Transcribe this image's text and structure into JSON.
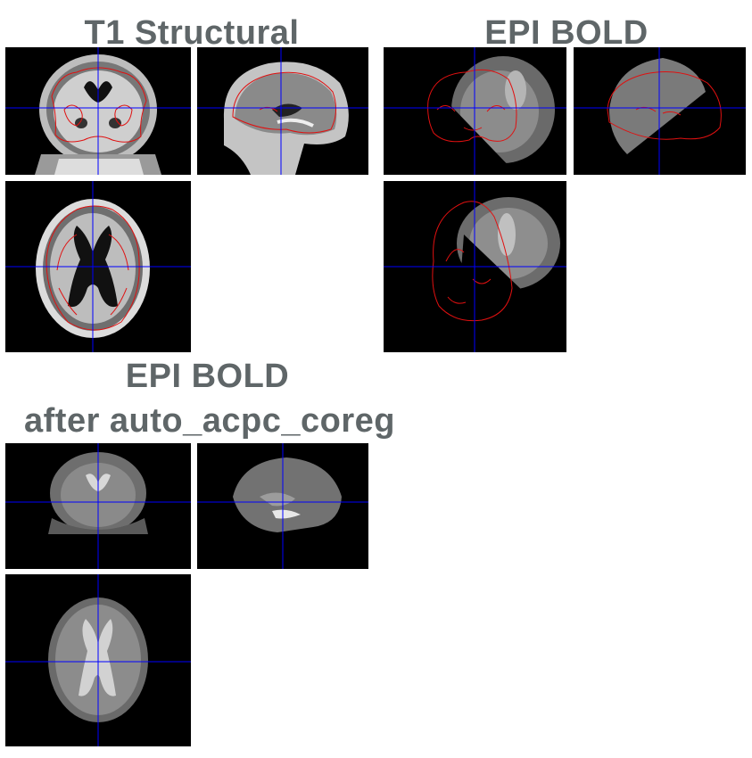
{
  "titles": {
    "t1": "T1 Structural",
    "epi": "EPI BOLD",
    "after_line1": "EPI BOLD",
    "after_line2": "after auto_acpc_coreg"
  },
  "colors": {
    "crosshair": "#0000ff",
    "contour": "#e01010",
    "title": "#5f6668",
    "background": "#000000"
  }
}
